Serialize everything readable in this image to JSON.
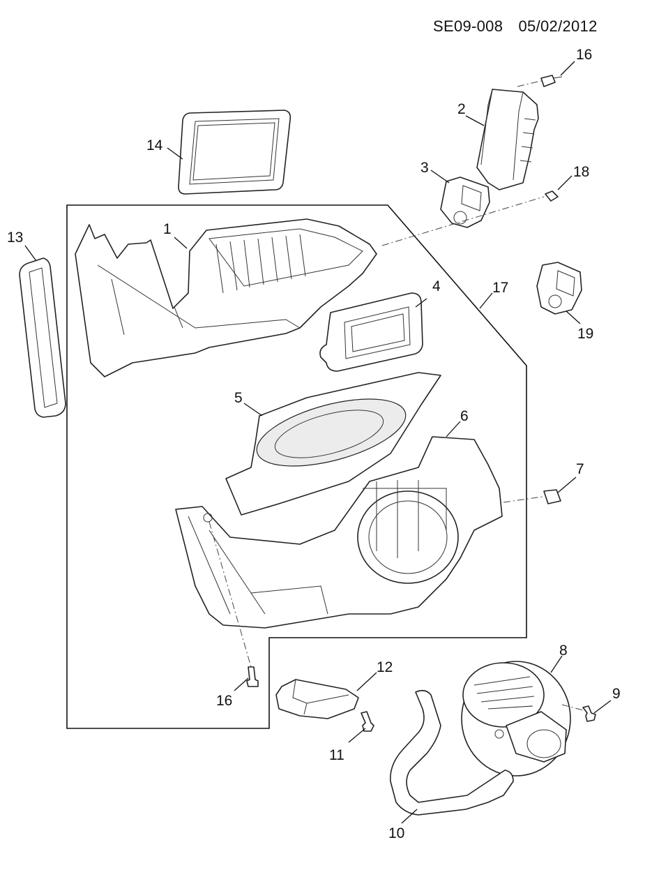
{
  "header": {
    "ref_code": "SE09-008",
    "date": "05/02/2012"
  },
  "callouts": {
    "c1": "1",
    "c2": "2",
    "c3": "3",
    "c4": "4",
    "c5": "5",
    "c6": "6",
    "c7": "7",
    "c8": "8",
    "c9": "9",
    "c10": "10",
    "c11": "11",
    "c12": "12",
    "c13": "13",
    "c14": "14",
    "c16a": "16",
    "c16b": "16",
    "c17": "17",
    "c18": "18",
    "c19": "19"
  }
}
